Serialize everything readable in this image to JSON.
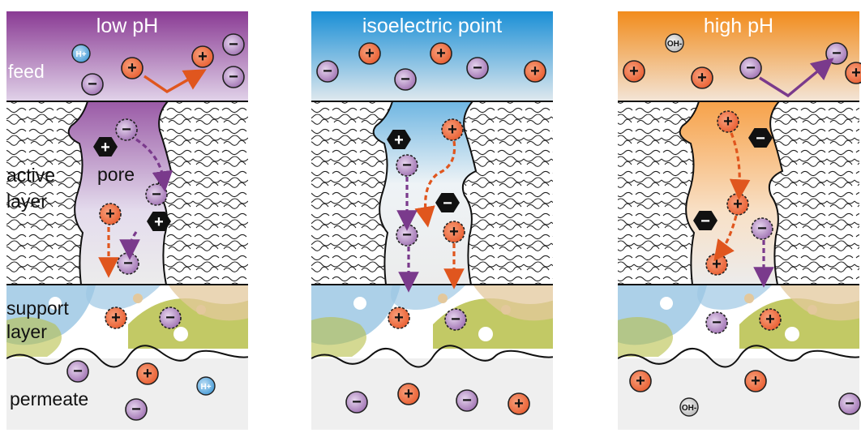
{
  "panels": [
    {
      "title": "low pH",
      "header_color": "#8a3b94",
      "header_fade": "#cdb3d6",
      "feed_label": "feed",
      "active_label_1": "active",
      "active_label_2": "layer",
      "pore_label": "pore",
      "support_label_1": "support",
      "support_label_2": "layer",
      "permeate_label": "permeate",
      "feed_ion": "H+",
      "permeate_ion": "H+"
    },
    {
      "title": "isoelectric point",
      "header_color": "#1a8fd6",
      "header_fade": "#ffffff"
    },
    {
      "title": "high pH",
      "header_color": "#f28c1c",
      "header_fade": "#fde0c0",
      "feed_ion": "OH-",
      "permeate_ion": "OH-"
    }
  ],
  "symbols": {
    "plus": "+",
    "minus": "−"
  },
  "colors": {
    "cation": "#f06a3c",
    "anion": "#a87ab8",
    "proton": "#4aa3de",
    "hydroxide": "#c8c8c8",
    "arrow_orange": "#e0561e",
    "arrow_purple": "#7a3a8c",
    "permeate_bg": "#efefef",
    "support_blue": "#9ec8e4",
    "support_green": "#b7bf4a",
    "support_tan": "#e3c89c"
  }
}
